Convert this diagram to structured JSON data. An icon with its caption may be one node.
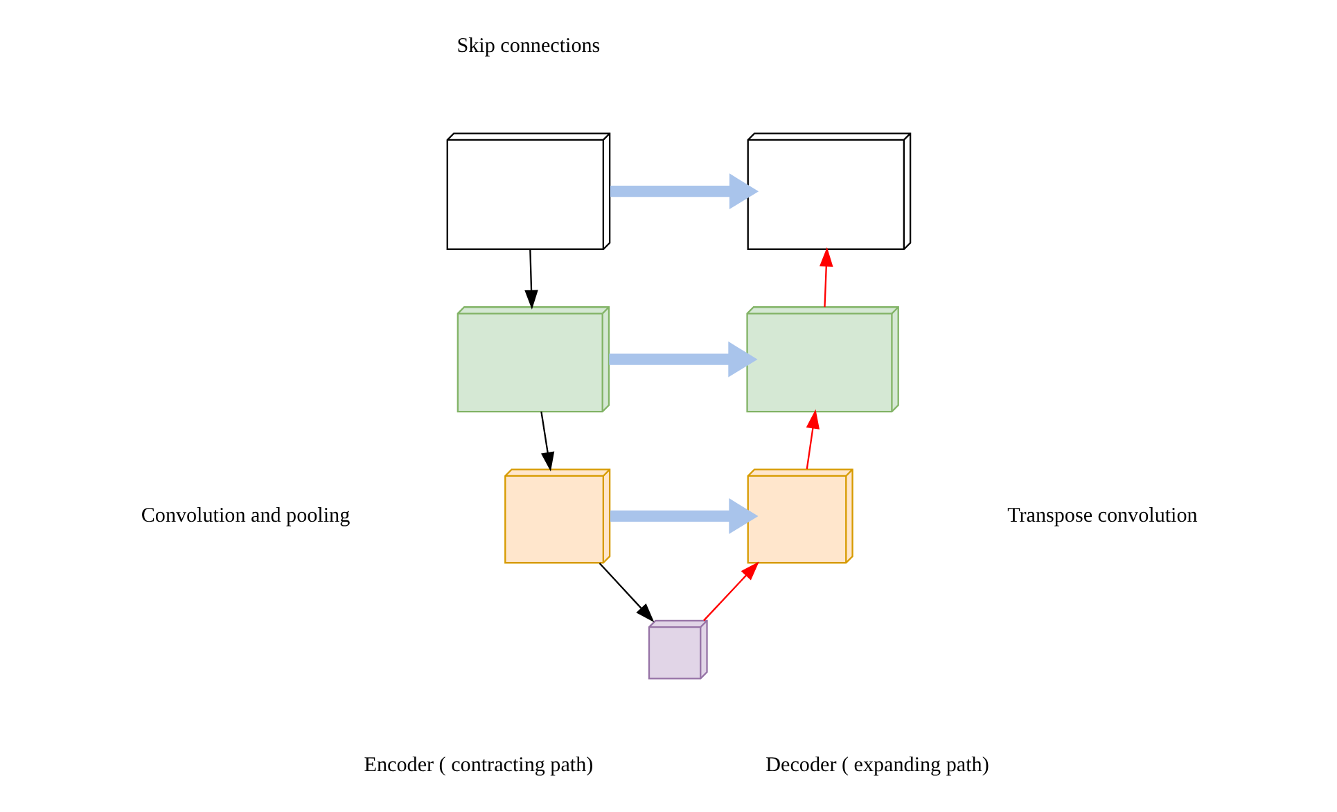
{
  "diagram": {
    "nodes": [
      {
        "text": [],
        "shape": "box"
      },
      {
        "text": [],
        "shape": "box"
      },
      {
        "text": [],
        "shape": "box"
      },
      {
        "text": [],
        "shape": "box"
      },
      {
        "text": [],
        "shape": "box"
      },
      {
        "text": [],
        "shape": "box"
      },
      {
        "text": [],
        "shape": "box"
      }
    ],
    "edges": [
      {
        "from": 0,
        "to": 6,
        "arrow": "to",
        "style": "thick",
        "color": "#a9c4eb"
      },
      {
        "from": 0,
        "to": 1,
        "arrow": "to",
        "color": "#000000"
      },
      {
        "from": 1,
        "to": 5,
        "arrow": "to",
        "style": "thick",
        "color": "#a9c4eb"
      },
      {
        "from": 1,
        "to": 2,
        "arrow": "to",
        "color": "#000000"
      },
      {
        "from": 2,
        "to": 4,
        "arrow": "to",
        "style": "thick",
        "color": "#a9c4eb"
      },
      {
        "from": 2,
        "to": 3,
        "arrow": "to",
        "color": "#000000"
      },
      {
        "from": 3,
        "to": 4,
        "arrow": "to",
        "color": "#ff0000"
      },
      {
        "from": 4,
        "to": 5,
        "arrow": "to",
        "color": "#ff0000"
      },
      {
        "from": 5,
        "to": 6,
        "arrow": "to",
        "color": "#ff0000"
      }
    ],
    "labels": [
      "Skip connections",
      "Convolution and pooling",
      "Transpose convolution",
      "Encoder ( contracting path)",
      "Decoder ( expanding path)"
    ]
  }
}
